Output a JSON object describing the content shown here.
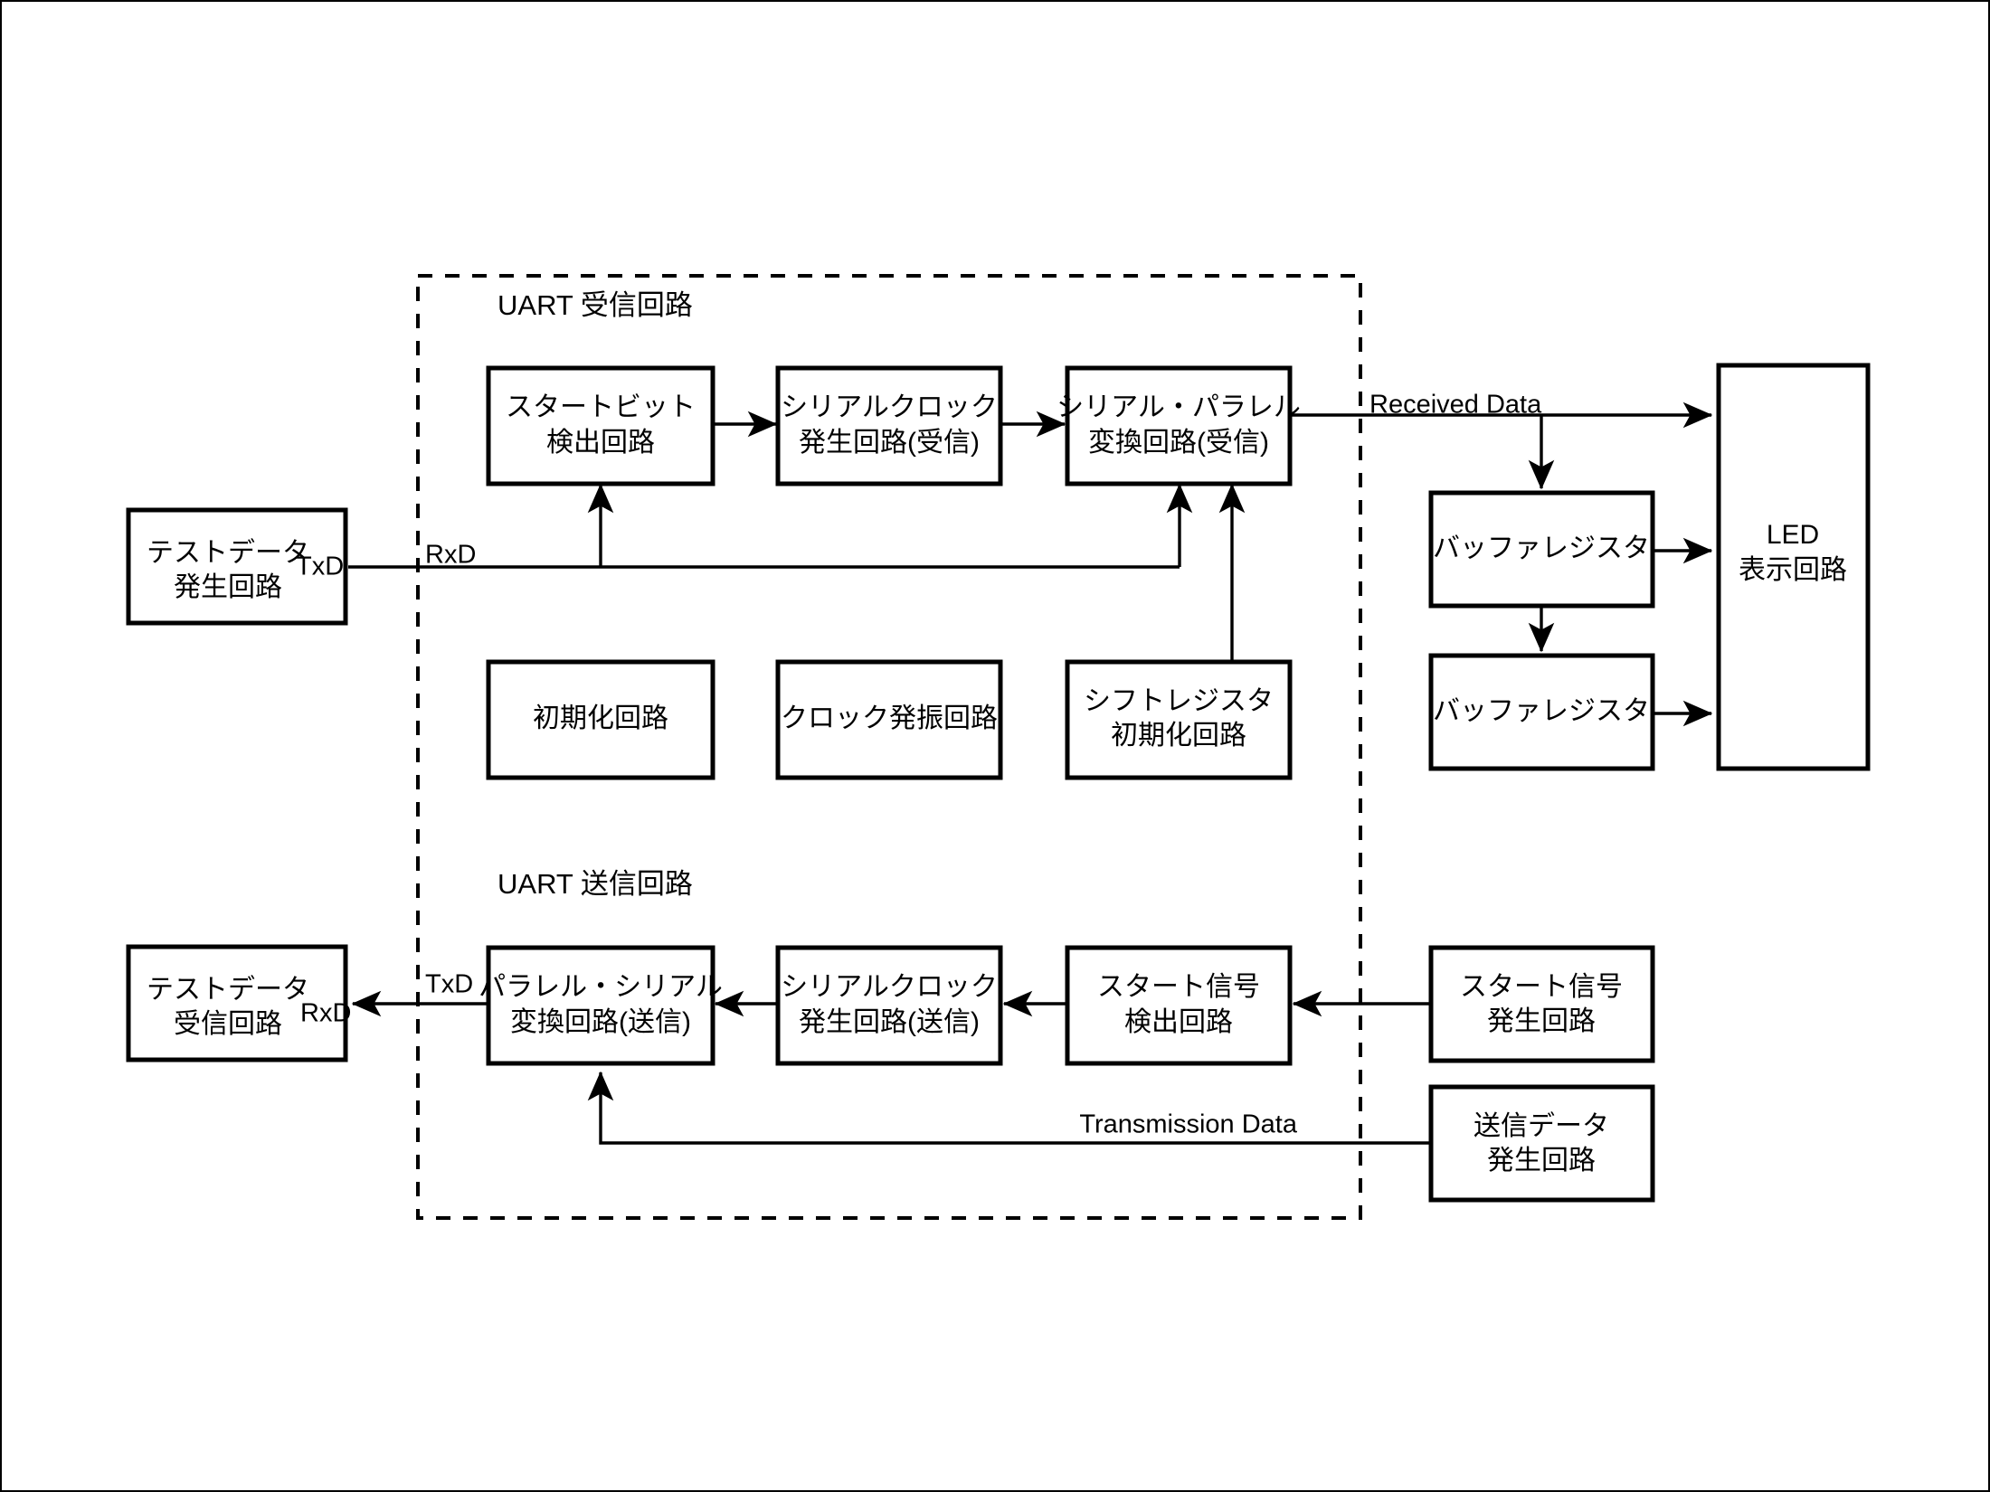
{
  "diagram": {
    "title_groups": [
      {
        "id": "rx-group",
        "label": "UART 受信回路"
      },
      {
        "id": "tx-group",
        "label": "UART 送信回路"
      }
    ],
    "blocks": {
      "test_data_gen": {
        "line1": "テストデータ",
        "line2": "発生回路"
      },
      "start_bit_detect": {
        "line1": "スタートビット",
        "line2": "検出回路"
      },
      "serial_clock_rx": {
        "line1": "シリアルクロック",
        "line2": "発生回路(受信)"
      },
      "serial_parallel_rx": {
        "line1": "シリアル・パラレル",
        "line2": "変換回路(受信)"
      },
      "init_circuit": {
        "line1": "初期化回路",
        "line2": ""
      },
      "clock_osc": {
        "line1": "クロック発振回路",
        "line2": ""
      },
      "shift_reg_init": {
        "line1": "シフトレジスタ",
        "line2": "初期化回路"
      },
      "buffer_reg_1": {
        "line1": "バッファレジスタ",
        "line2": ""
      },
      "buffer_reg_2": {
        "line1": "バッファレジスタ",
        "line2": ""
      },
      "led_display": {
        "line1": "LED",
        "line2": "表示回路"
      },
      "test_data_recv": {
        "line1": "テストデータ",
        "line2": "受信回路"
      },
      "parallel_serial_tx": {
        "line1": "パラレル・シリアル",
        "line2": "変換回路(送信)"
      },
      "serial_clock_tx": {
        "line1": "シリアルクロック",
        "line2": "発生回路(送信)"
      },
      "start_sig_detect": {
        "line1": "スタート信号",
        "line2": "検出回路"
      },
      "start_sig_gen": {
        "line1": "スタート信号",
        "line2": "発生回路"
      },
      "tx_data_gen": {
        "line1": "送信データ",
        "line2": "発生回路"
      }
    },
    "signals": {
      "txd_top": "TxD",
      "rxd_top": "RxD",
      "received_data": "Received Data",
      "rxd_bottom": "RxD",
      "txd_bottom": "TxD",
      "transmission_data": "Transmission Data"
    },
    "colors": {
      "stroke": "#000000",
      "fill": "#ffffff",
      "background": "#ffffff"
    }
  }
}
